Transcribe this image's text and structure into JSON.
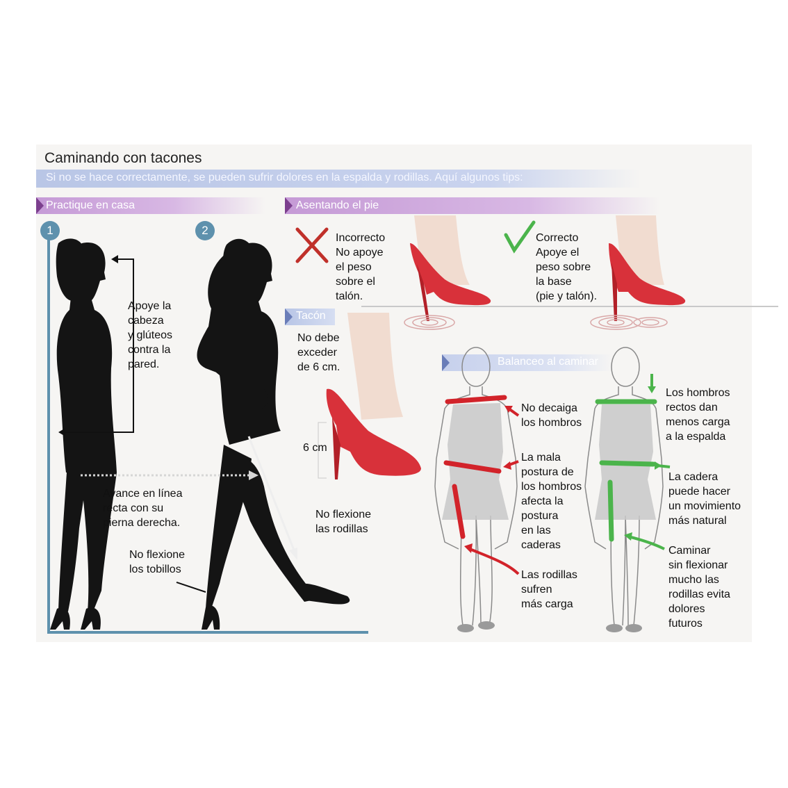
{
  "header": {
    "title": "Caminando con tacones",
    "subtitle": "Si no se hace correctamente, se pueden sufrir dolores en la espalda y rodillas. Aquí algunos tips:"
  },
  "sections": {
    "practique": "Practique en casa",
    "asentando": "Asentando el pie",
    "tacon": "Tacón",
    "balanceo": "Balanceo al caminar"
  },
  "steps": {
    "one": "1",
    "two": "2"
  },
  "practique": {
    "apoye": [
      "Apoye la",
      "cabeza",
      "y glúteos",
      "contra la",
      "pared."
    ],
    "avance": [
      "Avance en línea",
      "recta con su",
      "pierna derecha."
    ],
    "tobillos": [
      "No flexione",
      "los tobillos"
    ],
    "rodillas": [
      "No flexione",
      "las rodillas"
    ]
  },
  "asentando": {
    "incorrecto_title": "Incorrecto",
    "incorrecto_text": [
      "No apoye",
      "el peso",
      "sobre el",
      "talón."
    ],
    "correcto_title": "Correcto",
    "correcto_text": [
      "Apoye el",
      "peso sobre",
      "la base",
      "(pie y talón)."
    ]
  },
  "tacon": {
    "text": [
      "No debe",
      "exceder",
      "de 6 cm."
    ],
    "measure": "6 cm"
  },
  "balanceo": {
    "left": {
      "hombros": [
        "No decaiga",
        "los hombros"
      ],
      "postura": [
        "La mala",
        "postura de",
        "los hombros",
        "afecta la",
        "postura",
        "en las",
        "caderas"
      ],
      "rodillas": [
        "Las rodillas",
        "sufren",
        "más carga"
      ]
    },
    "right": {
      "hombros": [
        "Los hombros",
        "rectos dan",
        "menos carga",
        "a la espalda"
      ],
      "cadera": [
        "La cadera",
        "puede hacer",
        "un movimiento",
        "más natural"
      ],
      "caminar": [
        "Caminar",
        "sin flexionar",
        "mucho las",
        "rodillas evita",
        "dolores",
        "futuros"
      ]
    }
  },
  "colors": {
    "steel_blue": "#5e91ad",
    "incorrect_red": "#c0302a",
    "correct_green": "#4bb44b",
    "shoe_red": "#d8313a",
    "silhouette": "#141414",
    "purple_bar": "#c59ad6",
    "blue_bar": "#b9c6e6"
  },
  "icons": [
    "cross-icon",
    "check-icon",
    "arrow-icon",
    "red-pump-shoe",
    "woman-silhouette",
    "woman-outline"
  ]
}
